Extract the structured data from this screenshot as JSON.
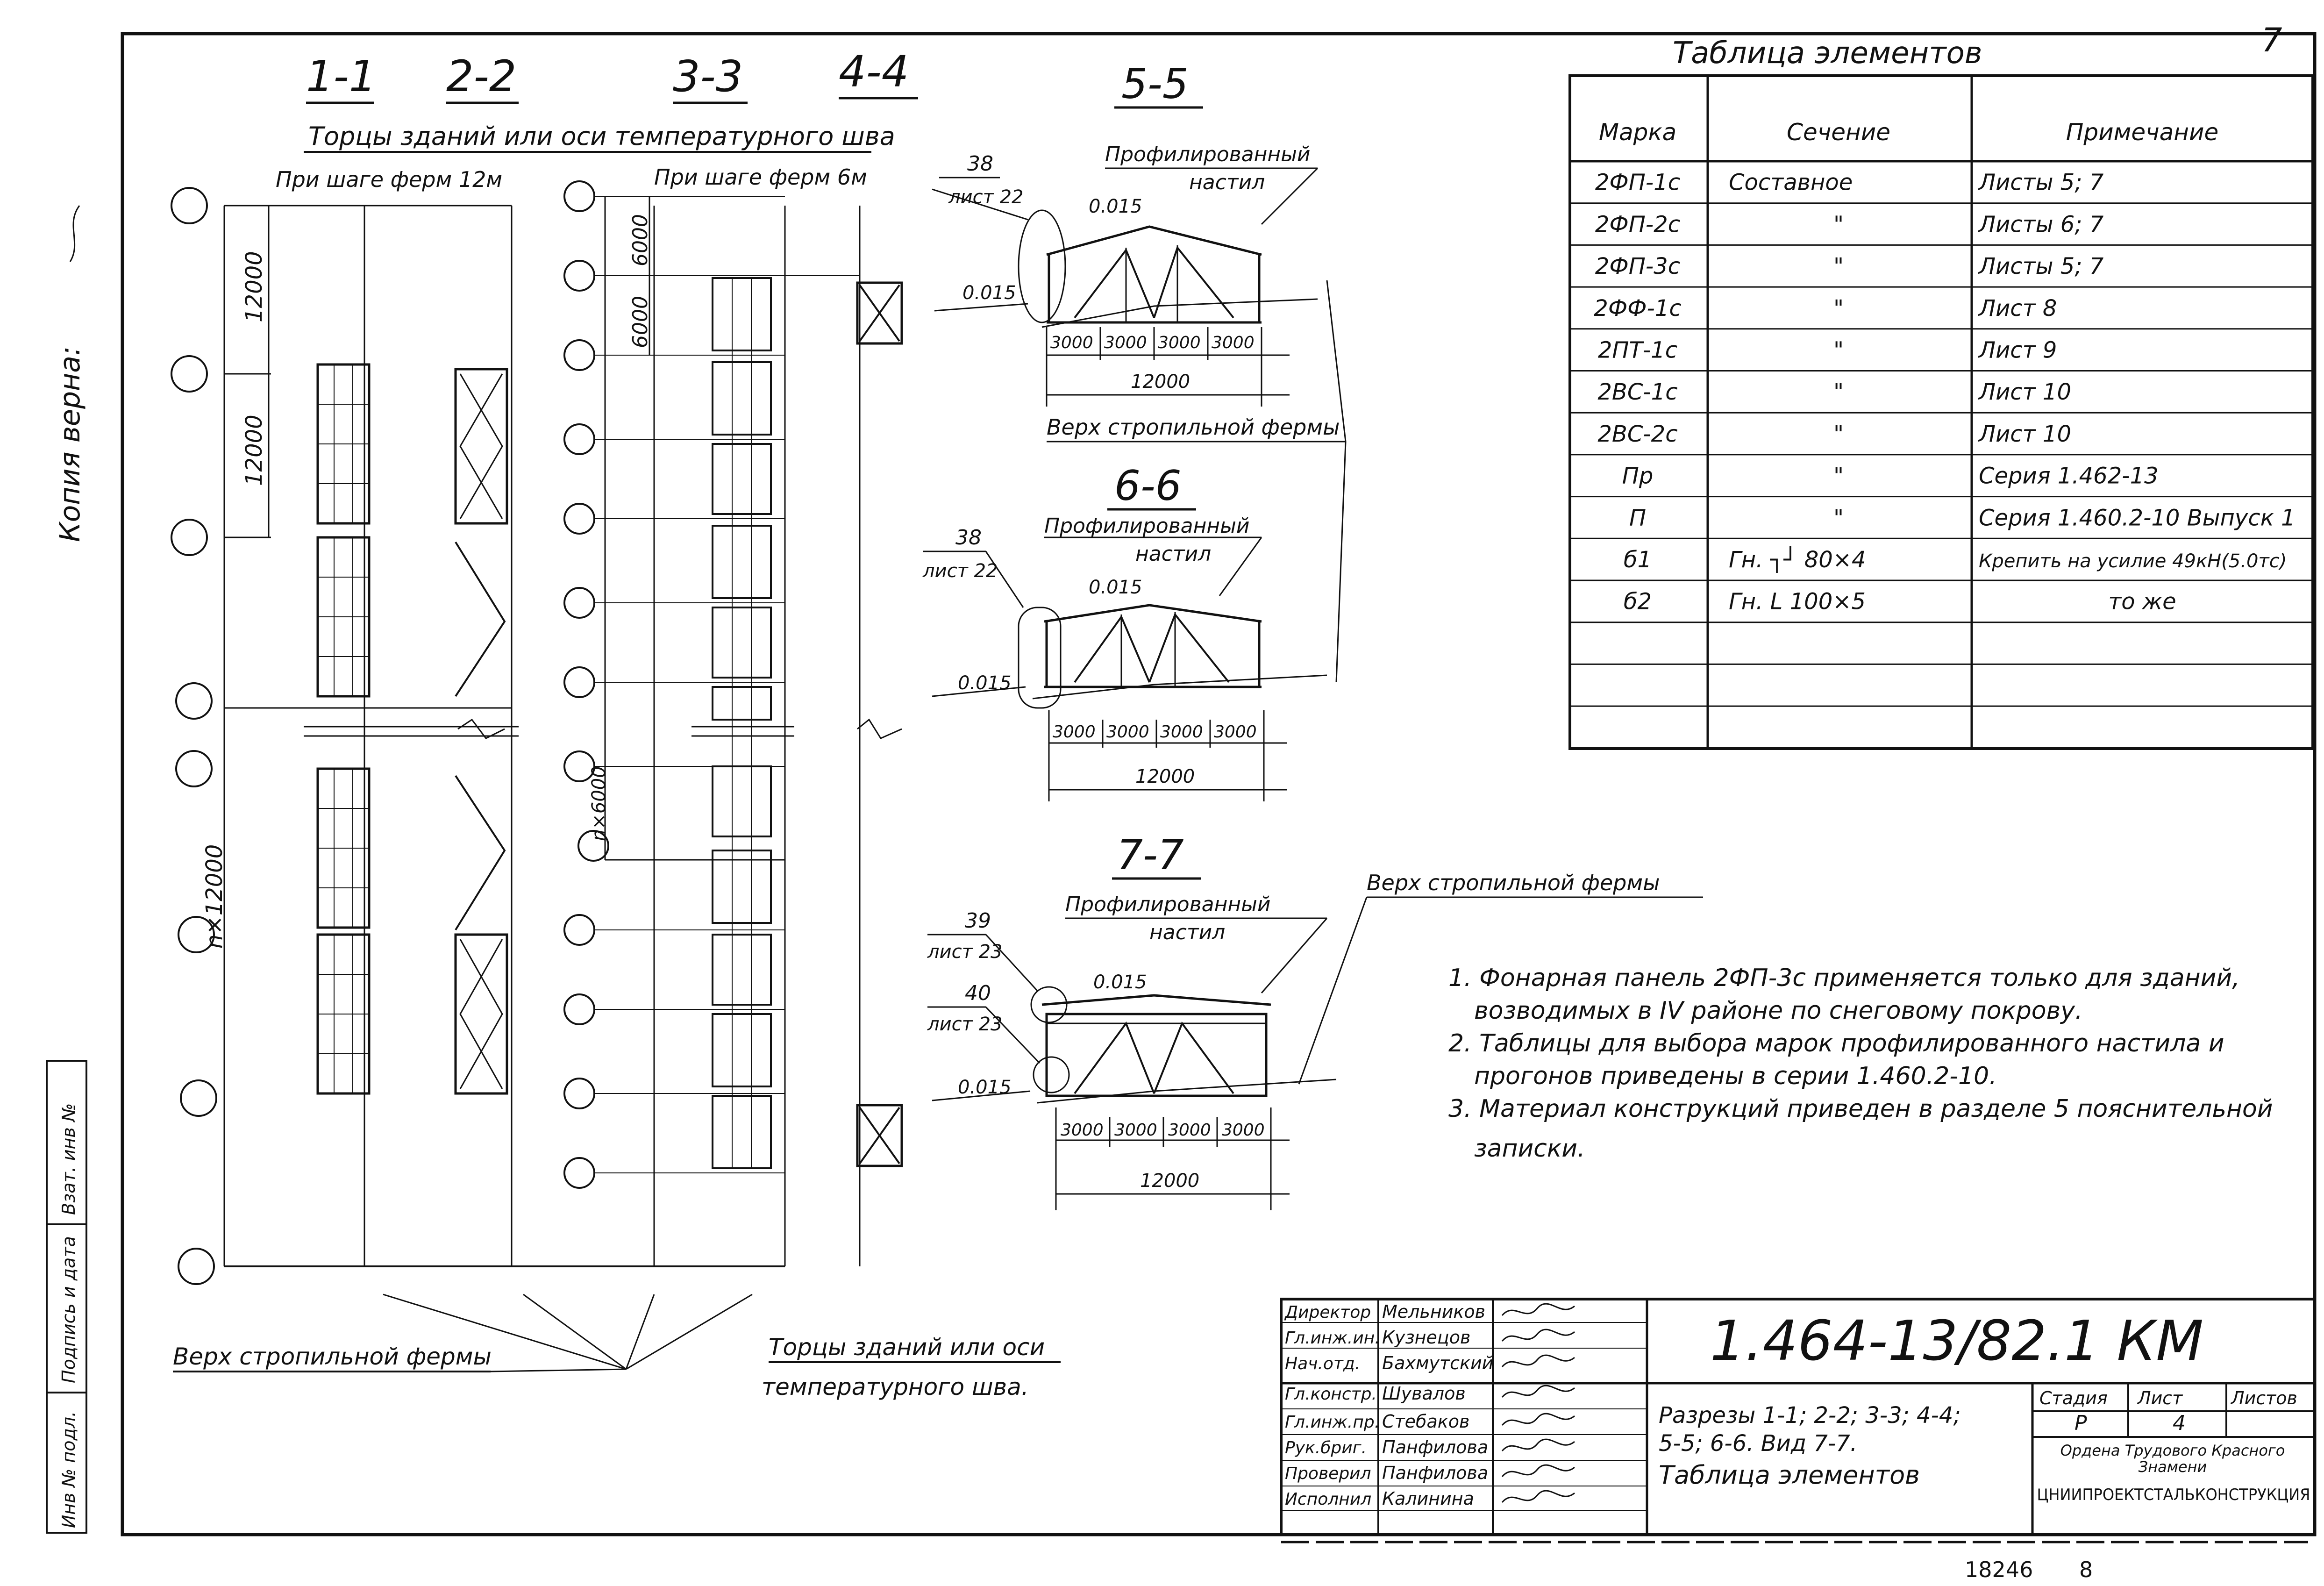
{
  "sheet_number": "7",
  "side_notes": {
    "copy_note": "Копия верна:",
    "stamp_fields": [
      "Взат. инв №",
      "Подпись и дата",
      "Инв № подл."
    ]
  },
  "sections": {
    "labels": [
      "1-1",
      "2-2",
      "3-3",
      "4-4",
      "5-5",
      "6-6",
      "7-7"
    ],
    "ends_top": "Торцы зданий или оси температурного шва",
    "step_12": "При шаге ферм 12м",
    "step_6": "При шаге ферм 6м",
    "dims_left": [
      "12000",
      "12000",
      "n×12000"
    ],
    "dims_right": [
      "6000",
      "6000",
      "n×6000"
    ],
    "truss_top_bottom": "Верх стропильной фермы",
    "ends_bottom_1": "Торцы зданий или оси",
    "ends_bottom_2": "температурного шва."
  },
  "details": {
    "s55": {
      "callout_num": "38",
      "callout_sheet": "лист 22",
      "deck_1": "Профилированный",
      "deck_2": "настил",
      "slope_top": "0.015",
      "slope_left": "0.015",
      "spans": [
        "3000",
        "3000",
        "3000",
        "3000"
      ],
      "total": "12000",
      "truss_top": "Верх стропильной фермы"
    },
    "s66": {
      "deck_1": "Профилированный",
      "deck_2": "настил",
      "callout_num": "38",
      "callout_sheet": "лист 22",
      "slope_top": "0.015",
      "slope_left": "0.015",
      "spans": [
        "3000",
        "3000",
        "3000",
        "3000"
      ],
      "total": "12000"
    },
    "s77": {
      "deck_1": "Профилированный",
      "deck_2": "настил",
      "callout1_num": "39",
      "callout1_sheet": "лист 23",
      "callout2_num": "40",
      "callout2_sheet": "лист 23",
      "slope_top": "0.015",
      "slope_left": "0.015",
      "spans": [
        "3000",
        "3000",
        "3000",
        "3000"
      ],
      "total": "12000",
      "truss_top": "Верх стропильной фермы"
    }
  },
  "element_table": {
    "title": "Таблица элементов",
    "headers": [
      "Марка",
      "Сечение",
      "Примечание"
    ],
    "rows": [
      [
        "2ФП-1с",
        "Составное",
        "Листы 5; 7"
      ],
      [
        "2ФП-2с",
        "\"",
        "Листы 6; 7"
      ],
      [
        "2ФП-3с",
        "\"",
        "Листы 5; 7"
      ],
      [
        "2ФФ-1с",
        "\"",
        "Лист 8"
      ],
      [
        "2ПТ-1с",
        "\"",
        "Лист 9"
      ],
      [
        "2ВС-1с",
        "\"",
        "Лист 10"
      ],
      [
        "2ВС-2с",
        "\"",
        "Лист 10"
      ],
      [
        "Пр",
        "\"",
        "Серия 1.462-13"
      ],
      [
        "П",
        "\"",
        "Серия 1.460.2-10 Выпуск 1"
      ],
      [
        "б1",
        "Гн. ┐┘ 80×4",
        "Крепить на усилие 49кН(5.0тс)"
      ],
      [
        "б2",
        "Гн. L 100×5",
        "то же"
      ],
      [
        "",
        "",
        ""
      ],
      [
        "",
        "",
        ""
      ],
      [
        "",
        "",
        ""
      ]
    ]
  },
  "notes": [
    "1. Фонарная панель 2ФП-3с применяется только для зданий,",
    "возводимых в IV районе по снеговому покрову.",
    "2. Таблицы для выбора марок профилированного настила и",
    "прогонов приведены в серии 1.460.2-10.",
    "3. Материал конструкций приведен в разделе 5 пояснительной",
    "записки."
  ],
  "title_block": {
    "code": "1.464-13/82.1 КМ",
    "roles": [
      "Директор",
      "Гл.инж.ин.",
      "Нач.отд.",
      "Гл.констр.",
      "Гл.инж.пр.",
      "Рук.бриг.",
      "Проверил",
      "Исполнил"
    ],
    "names": [
      "Мельников",
      "Кузнецов",
      "Бахмутский",
      "Шувалов",
      "Стебаков",
      "Панфилова",
      "Панфилова",
      "Калинина"
    ],
    "desc": [
      "Разрезы 1-1; 2-2; 3-3; 4-4;",
      "5-5; 6-6. Вид 7-7.",
      "Таблица элементов"
    ],
    "stage_h": "Стадия",
    "sheet_h": "Лист",
    "sheets_h": "Листов",
    "stage": "Р",
    "sheet": "4",
    "org_1": "Ордена Трудового Красного",
    "org_2": "Знамени",
    "org_3": "ЦНИИПРОЕКТСТАЛЬКОНСТРУКЦИЯ"
  },
  "footer": {
    "archive": "18246",
    "page": "8"
  }
}
